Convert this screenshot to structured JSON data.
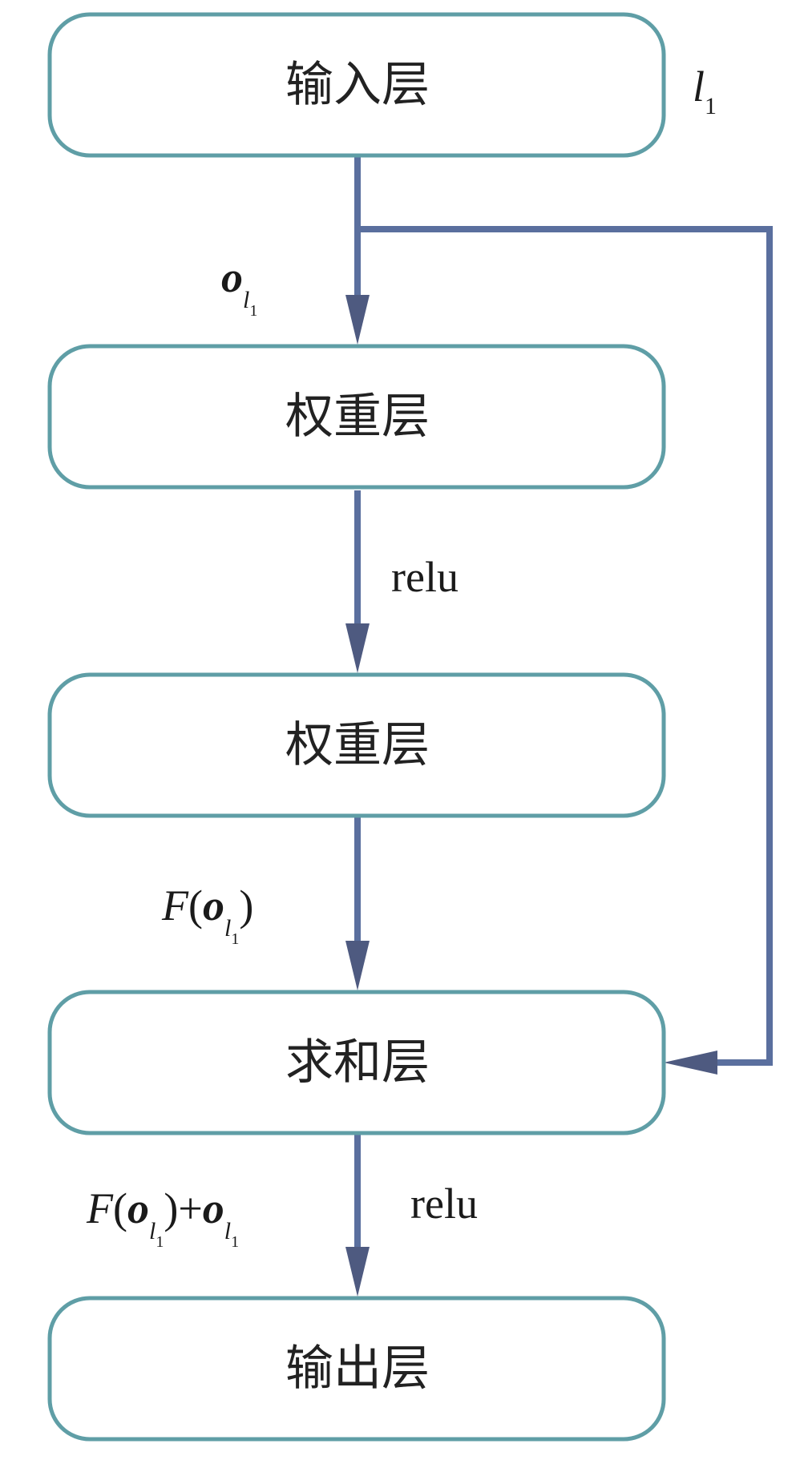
{
  "nodes": {
    "input": "输入层",
    "weight1": "权重层",
    "weight2": "权重层",
    "sum": "求和层",
    "output": "输出层"
  },
  "labels": {
    "layer_tag": {
      "base": "l",
      "sub": "1"
    },
    "o_l1": {
      "o": "o",
      "l": "l",
      "sub": "1"
    },
    "relu_1": "relu",
    "F_o": {
      "F": "F",
      "open": "(",
      "o": "o",
      "l": "l",
      "sub": "1",
      "close": ")"
    },
    "F_o_plus_o": {
      "F": "F",
      "open": "(",
      "o": "o",
      "l": "l",
      "sub": "1",
      "close": ")",
      "plus": "+",
      "o2": "o",
      "l2": "l",
      "sub2": "1"
    },
    "relu_2": "relu"
  },
  "colors": {
    "box_border": "#5f9ea6",
    "edge": "#5a6f9e",
    "arrowhead": "#4e5a80",
    "text": "#222222"
  }
}
